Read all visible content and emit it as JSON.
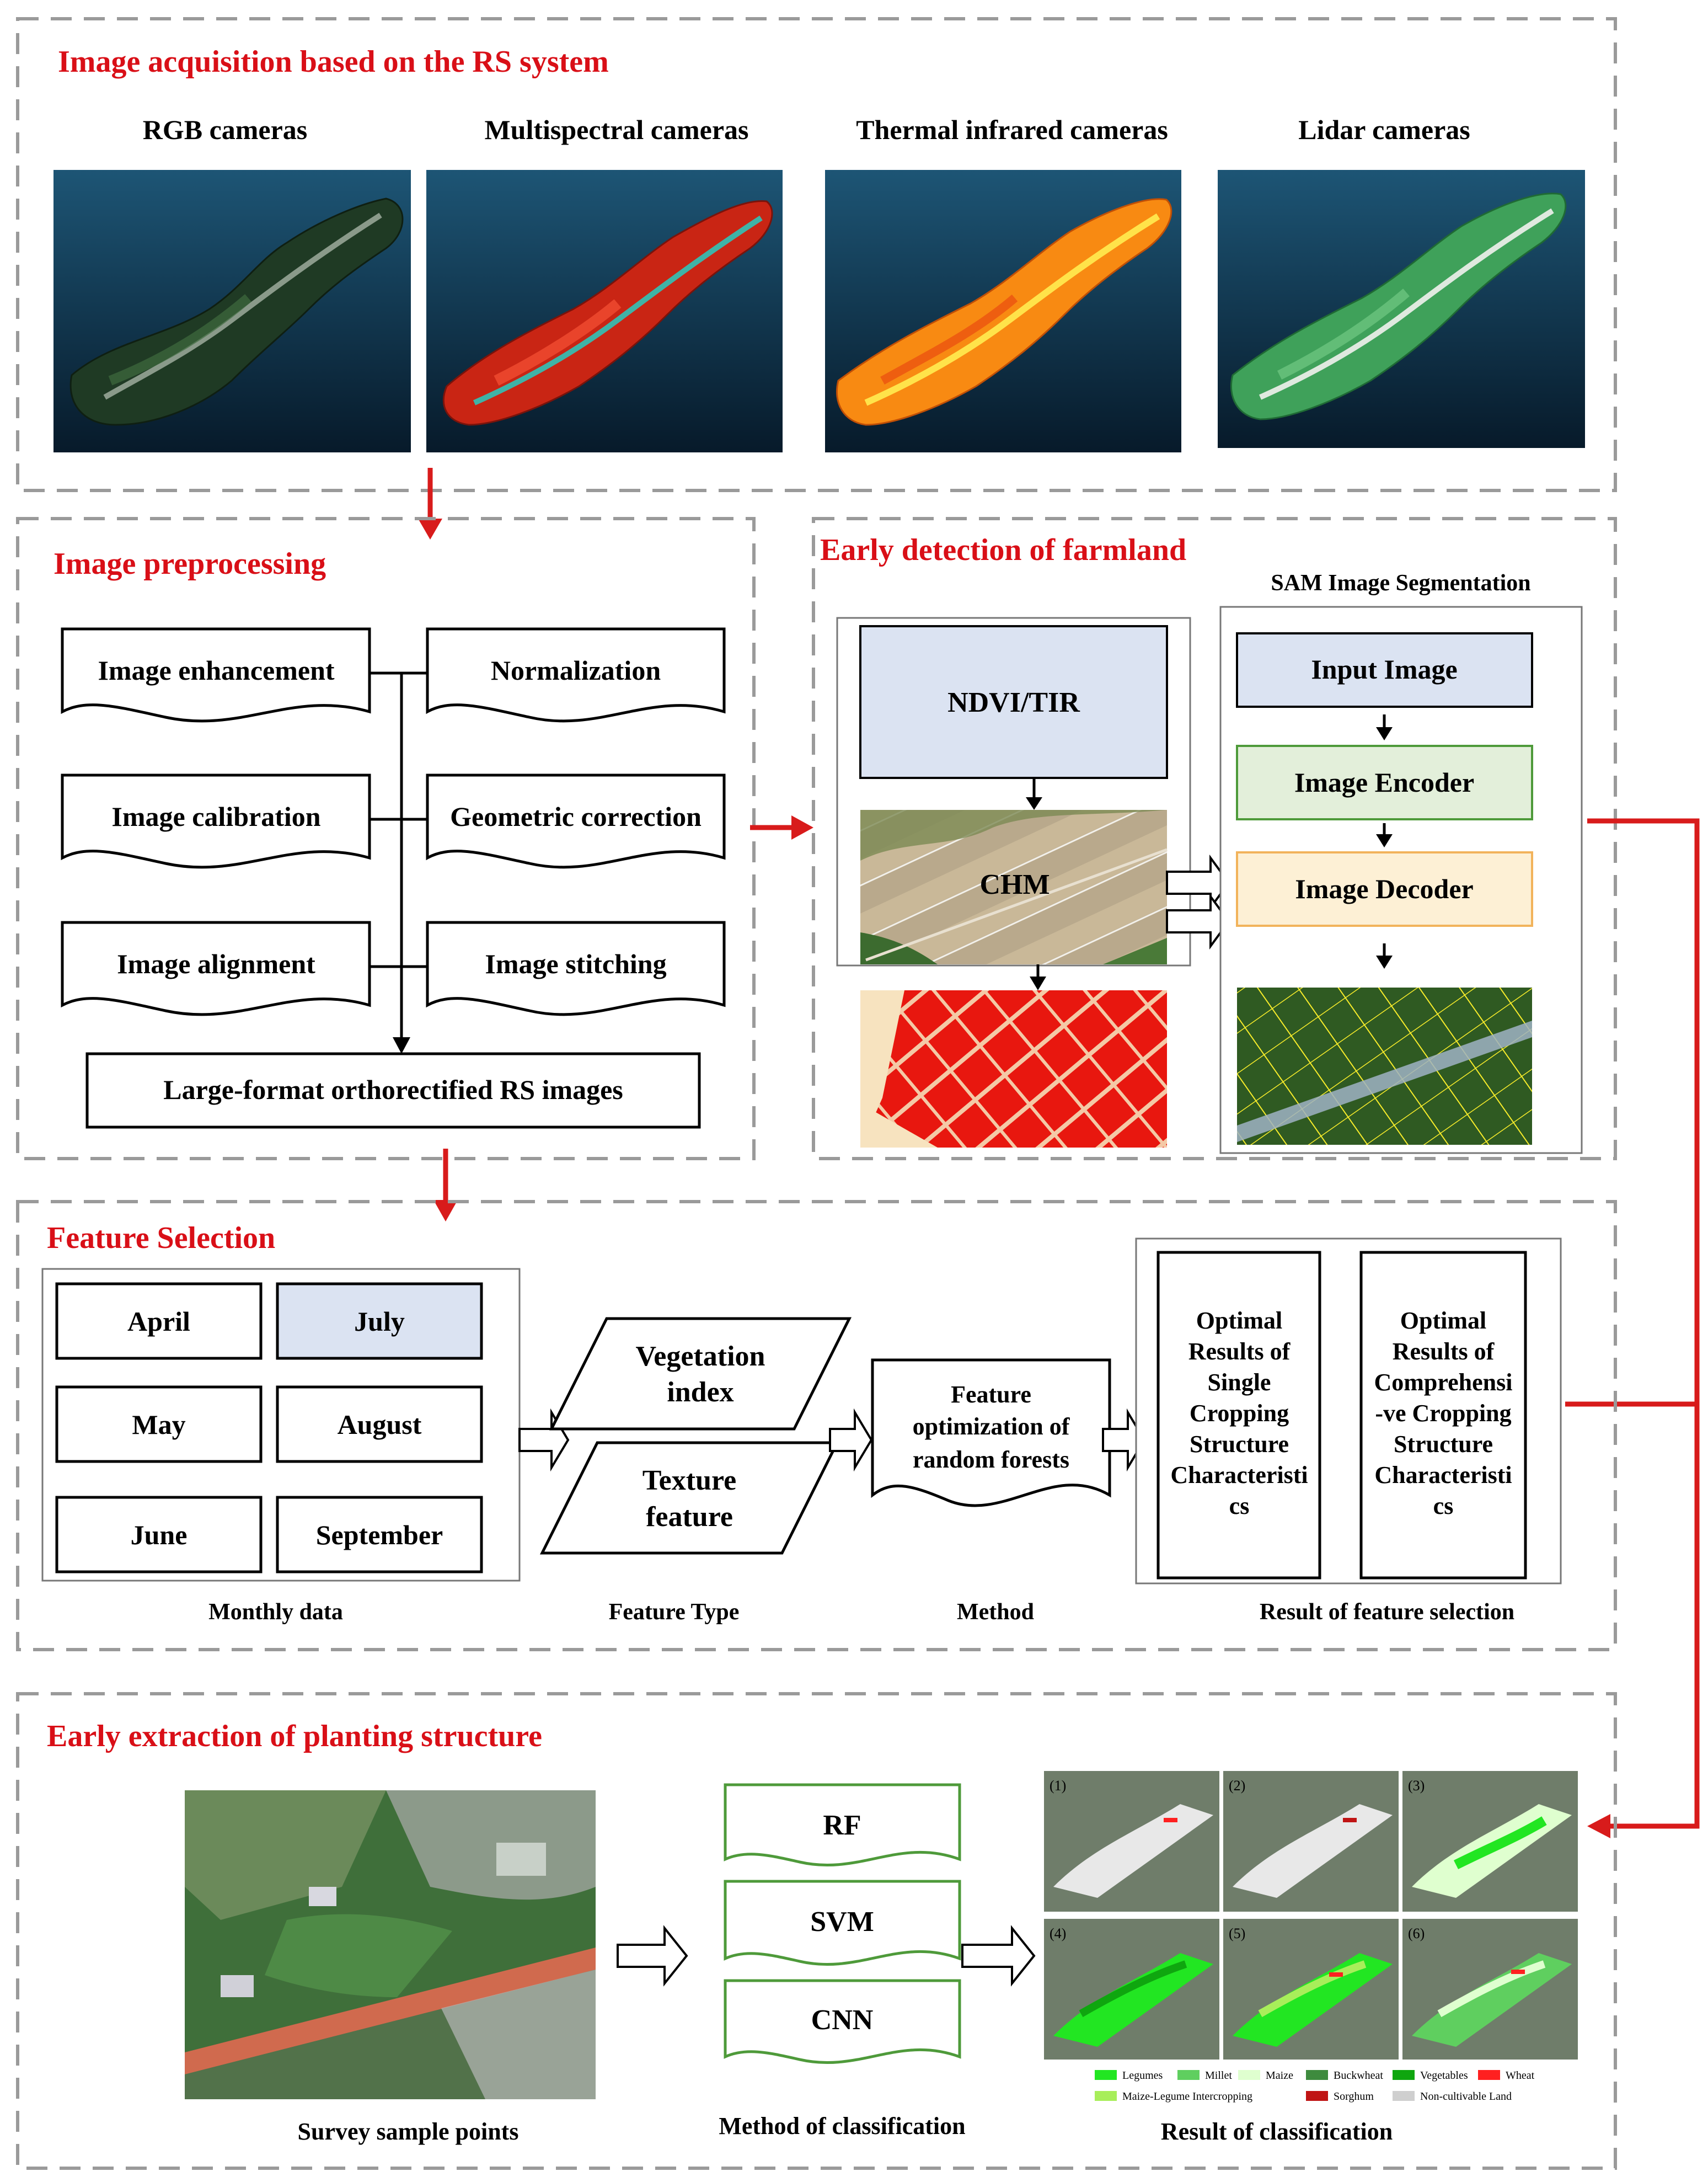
{
  "colors": {
    "title_red": "#d90f17",
    "arrow_red": "#d81b1b",
    "dash_gray": "#9a9a9a",
    "light_blue": "#dbe3f2",
    "encoder_green": "#e3efda",
    "encoder_border": "#4e9a3a",
    "decoder_yellow": "#fdf0d5",
    "decoder_border": "#f2b35b",
    "sky_dark": "#0b2235",
    "sky_light": "#1d5575"
  },
  "acquisition": {
    "title": "Image acquisition based on the RS system",
    "cameras": [
      "RGB cameras",
      "Multispectral cameras",
      "Thermal infrared cameras",
      "Lidar cameras"
    ]
  },
  "preprocessing": {
    "title": "Image preprocessing",
    "left_steps": [
      "Image enhancement",
      "Image calibration",
      "Image alignment"
    ],
    "right_steps": [
      "Normalization",
      "Geometric correction",
      "Image stitching"
    ],
    "output": "Large-format orthorectified RS images"
  },
  "early_detection": {
    "title": "Early detection of farmland",
    "ndvi": "NDVI/TIR",
    "chm": "CHM",
    "sam_title": "SAM Image Segmentation",
    "sam_steps": [
      "Input Image",
      "Image Encoder",
      "Image Decoder"
    ]
  },
  "feature_selection": {
    "title": "Feature Selection",
    "months": [
      "April",
      "July",
      "May",
      "August",
      "June",
      "September"
    ],
    "feature_types": [
      {
        "line1": "Vegetation",
        "line2": "index"
      },
      {
        "line1": "Texture",
        "line2": "feature"
      }
    ],
    "method_lines": [
      "Feature",
      "optimization of",
      "random forests"
    ],
    "result_single_lines": [
      "Optimal",
      "Results of",
      "Single",
      "Cropping",
      "Structure",
      "Characteristi",
      "cs"
    ],
    "result_comp_lines": [
      "Optimal",
      "Results of",
      "Comprehensi",
      "-ve Cropping",
      "Structure",
      "Characteristi",
      "cs"
    ],
    "captions": [
      "Monthly data",
      "Feature Type",
      "Method",
      "Result of feature selection"
    ]
  },
  "extraction": {
    "title": "Early extraction of planting structure",
    "methods": [
      "RF",
      "SVM",
      "CNN"
    ],
    "captions": [
      "Survey sample points",
      "Method of classification",
      "Result of classification"
    ],
    "panel_numbers": [
      "(1)",
      "(2)",
      "(3)",
      "(4)",
      "(5)",
      "(6)"
    ],
    "legend": [
      {
        "label": "Legumes",
        "color": "#22e622"
      },
      {
        "label": "Millet",
        "color": "#5fcf5f"
      },
      {
        "label": "Maize",
        "color": "#dfffcf"
      },
      {
        "label": "Buckwheat",
        "color": "#3e8b3e"
      },
      {
        "label": "Vegetables",
        "color": "#0fa60f"
      },
      {
        "label": "Wheat",
        "color": "#ff2020"
      },
      {
        "label": "Maize-Legume Intercropping",
        "color": "#a8ee5a"
      },
      {
        "label": "Sorghum",
        "color": "#c01414"
      },
      {
        "label": "Non-cultivable Land",
        "color": "#cfcfcf"
      }
    ]
  }
}
